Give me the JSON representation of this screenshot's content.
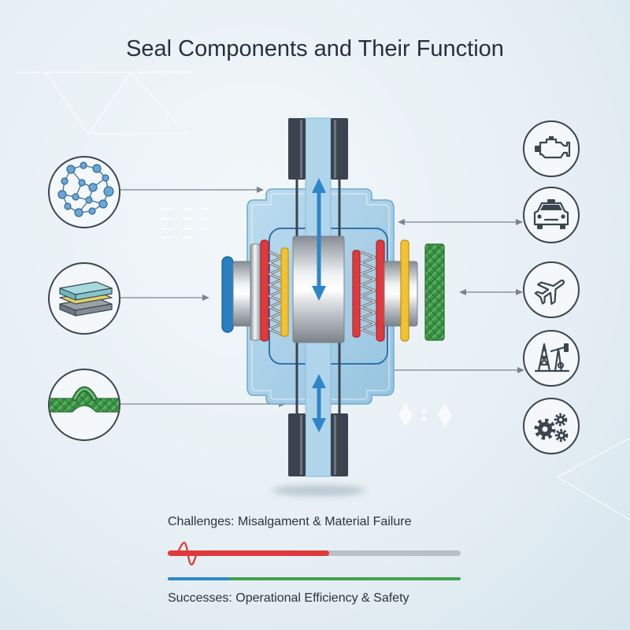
{
  "title": "Seal Components and Their Function",
  "colors": {
    "background": "#e3edf3",
    "title_text": "#27313b",
    "outline": "#3b4550",
    "housing_edge": "#2f74ad",
    "arrow_blue": "#2e86c8",
    "seal_red": "#e0393b",
    "seal_yellow": "#f2c230",
    "packing_green": "#3f9a4a",
    "disk_blue": "#2a7fc0",
    "bar_track": "#b8bfc5",
    "success_blue": "#2d8ac7",
    "success_green": "#45a052"
  },
  "diagram": {
    "component_icons": [
      "molecule-network-icon",
      "layered-sheets-icon",
      "braided-rope-icon"
    ],
    "application_icons": [
      "engine-icon",
      "car-icon",
      "airplane-icon",
      "oil-derrick-icon",
      "gears-icon"
    ]
  },
  "challenges": {
    "text": "Challenges: Misalgament & Material Failure",
    "bar_level": 0.55
  },
  "successes": {
    "text": "Successes: Operational Efficiency & Safety",
    "bar_level": 1.0
  }
}
